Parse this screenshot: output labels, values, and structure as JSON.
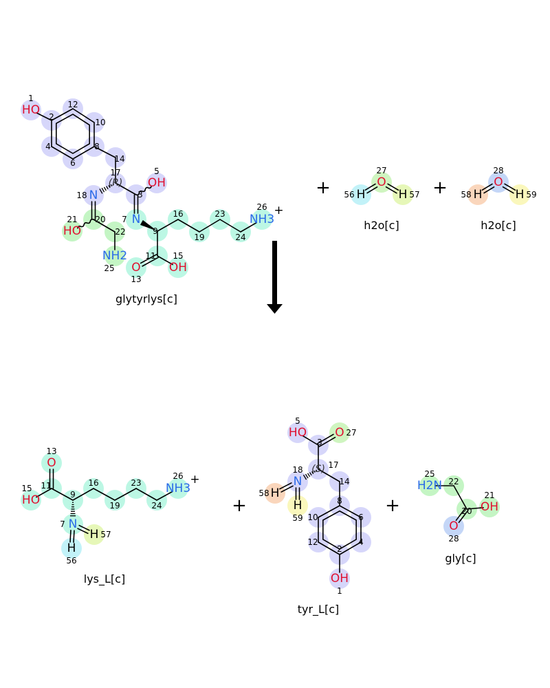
{
  "colors": {
    "tyr": "#d6d6fa",
    "lys": "#bcf7e4",
    "gly": "#c4f5c4",
    "o27": "#cff5c0",
    "h56": "#c2f2f8",
    "h57": "#e6f7b8",
    "o28": "#c4d6f7",
    "h58": "#fad6bc",
    "h59": "#faf7bc",
    "oxygen": "#e0102f",
    "nitrogen": "#2a6ae8"
  },
  "reaction": {
    "arrow_icon": "down-arrow",
    "plus": "+"
  },
  "molecules": [
    {
      "name": "glytyrlys[c]",
      "atoms": [
        {
          "n": "1",
          "el": "HO"
        },
        {
          "n": "2",
          "el": ""
        },
        {
          "n": "12",
          "el": ""
        },
        {
          "n": "10",
          "el": ""
        },
        {
          "n": "8",
          "el": ""
        },
        {
          "n": "6",
          "el": ""
        },
        {
          "n": "4",
          "el": ""
        },
        {
          "n": "14",
          "el": ""
        },
        {
          "n": "17",
          "el": "",
          "stereo": "(R)"
        },
        {
          "n": "5",
          "el": "OH"
        },
        {
          "n": "3",
          "el": ""
        },
        {
          "n": "18",
          "el": "N"
        },
        {
          "n": "7",
          "el": "N"
        },
        {
          "n": "20",
          "el": ""
        },
        {
          "n": "21",
          "el": "HO"
        },
        {
          "n": "22",
          "el": ""
        },
        {
          "n": "25",
          "el": "NH2"
        },
        {
          "n": "9",
          "el": ""
        },
        {
          "n": "11",
          "el": ""
        },
        {
          "n": "13",
          "el": "O"
        },
        {
          "n": "15",
          "el": "OH"
        },
        {
          "n": "16",
          "el": ""
        },
        {
          "n": "19",
          "el": ""
        },
        {
          "n": "23",
          "el": ""
        },
        {
          "n": "24",
          "el": ""
        },
        {
          "n": "26",
          "el": "NH3",
          "charge": "+"
        }
      ]
    },
    {
      "name": "h2o[c]",
      "atoms": [
        {
          "n": "27",
          "el": "O"
        },
        {
          "n": "56",
          "el": "H"
        },
        {
          "n": "57",
          "el": "H"
        }
      ]
    },
    {
      "name": "h2o[c]",
      "atoms": [
        {
          "n": "28",
          "el": "O"
        },
        {
          "n": "58",
          "el": "H"
        },
        {
          "n": "59",
          "el": "H"
        }
      ]
    },
    {
      "name": "lys_L[c]",
      "atoms": [
        {
          "n": "13",
          "el": "O"
        },
        {
          "n": "11",
          "el": ""
        },
        {
          "n": "15",
          "el": "HO"
        },
        {
          "n": "9",
          "el": ""
        },
        {
          "n": "16",
          "el": ""
        },
        {
          "n": "19",
          "el": ""
        },
        {
          "n": "23",
          "el": ""
        },
        {
          "n": "24",
          "el": ""
        },
        {
          "n": "26",
          "el": "NH3",
          "charge": "+"
        },
        {
          "n": "7",
          "el": "N"
        },
        {
          "n": "56",
          "el": "H"
        },
        {
          "n": "57",
          "el": "H"
        }
      ]
    },
    {
      "name": "tyr_L[c]",
      "atoms": [
        {
          "n": "5",
          "el": "HO"
        },
        {
          "n": "27",
          "el": "O"
        },
        {
          "n": "3",
          "el": ""
        },
        {
          "n": "17",
          "el": "",
          "stereo": "(S)"
        },
        {
          "n": "18",
          "el": "N"
        },
        {
          "n": "58",
          "el": "H"
        },
        {
          "n": "59",
          "el": "H"
        },
        {
          "n": "14",
          "el": ""
        },
        {
          "n": "8",
          "el": ""
        },
        {
          "n": "6",
          "el": ""
        },
        {
          "n": "4",
          "el": ""
        },
        {
          "n": "2",
          "el": ""
        },
        {
          "n": "12",
          "el": ""
        },
        {
          "n": "10",
          "el": ""
        },
        {
          "n": "1",
          "el": "OH"
        }
      ]
    },
    {
      "name": "gly[c]",
      "atoms": [
        {
          "n": "25",
          "el": "H2N"
        },
        {
          "n": "22",
          "el": ""
        },
        {
          "n": "20",
          "el": ""
        },
        {
          "n": "21",
          "el": "OH"
        },
        {
          "n": "28",
          "el": "O"
        }
      ]
    }
  ]
}
